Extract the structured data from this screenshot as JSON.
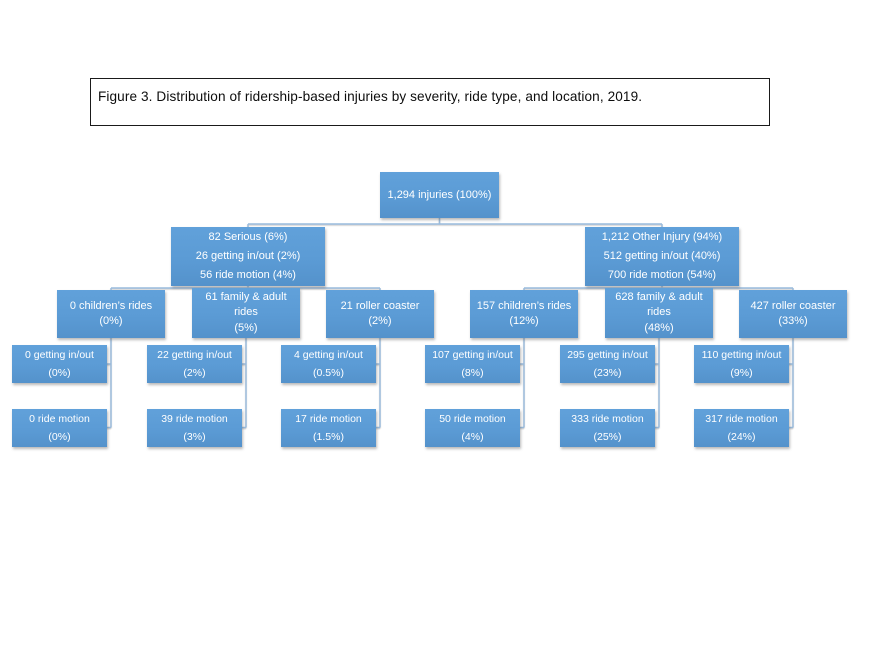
{
  "figure_title": "Figure 3. Distribution of ridership-based injuries by severity, ride type, and location, 2019.",
  "colors": {
    "node_fill": "#5b9bd5",
    "node_text": "#ffffff",
    "connector": "#99bbdd",
    "title_border": "#1a1a1a",
    "background": "#ffffff"
  },
  "diagram": {
    "type": "hierarchy-flowchart",
    "root": {
      "label": "1,294 injuries (100%)"
    },
    "branches": [
      {
        "name": "serious",
        "label": "82 Serious (6%)\n26 getting in/out (2%)\n56 ride motion (4%)",
        "rides": [
          {
            "label": "0 children’s rides\n(0%)",
            "getting_in_out": "0 getting in/out\n(0%)",
            "ride_motion": "0 ride motion\n(0%)"
          },
          {
            "label": "61 family & adult\nrides\n(5%)",
            "getting_in_out": "22 getting in/out\n(2%)",
            "ride_motion": "39 ride motion\n(3%)"
          },
          {
            "label": "21 roller coaster\n(2%)",
            "getting_in_out": "4 getting in/out\n(0.5%)",
            "ride_motion": "17 ride motion\n(1.5%)"
          }
        ]
      },
      {
        "name": "other_injury",
        "label": "1,212 Other Injury (94%)\n512 getting in/out (40%)\n700 ride motion (54%)",
        "rides": [
          {
            "label": "157 children’s rides\n(12%)",
            "getting_in_out": "107 getting in/out\n(8%)",
            "ride_motion": "50 ride motion\n(4%)"
          },
          {
            "label": "628 family & adult\nrides\n(48%)",
            "getting_in_out": "295 getting in/out\n(23%)",
            "ride_motion": "333 ride motion\n(25%)"
          },
          {
            "label": "427 roller coaster\n(33%)",
            "getting_in_out": "110 getting in/out\n(9%)",
            "ride_motion": "317 ride motion\n(24%)"
          }
        ]
      }
    ]
  }
}
